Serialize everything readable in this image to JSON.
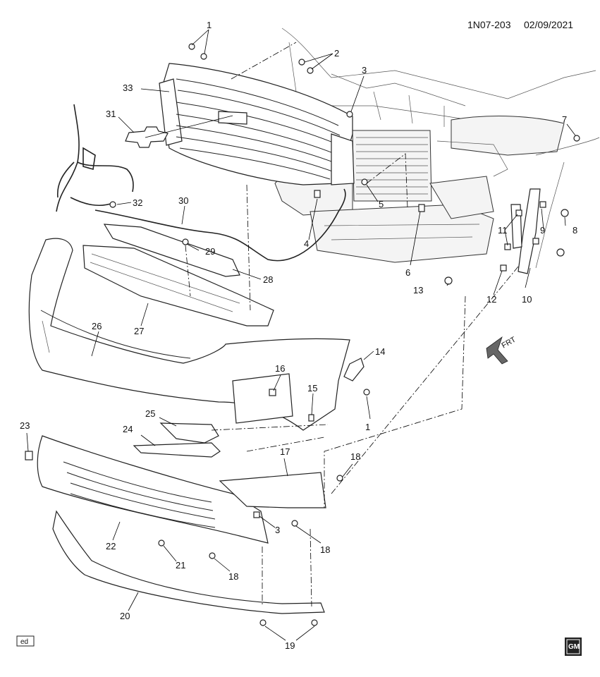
{
  "header": {
    "code": "1N07-203",
    "date": "02/09/2021"
  },
  "callouts": {
    "c1a": "1",
    "c1b": "1",
    "c2": "2",
    "c3a": "3",
    "c3b": "3",
    "c4": "4",
    "c5": "5",
    "c6": "6",
    "c7": "7",
    "c8": "8",
    "c9": "9",
    "c10": "10",
    "c11": "11",
    "c12": "12",
    "c13": "13",
    "c14": "14",
    "c15": "15",
    "c16": "16",
    "c17": "17",
    "c18a": "18",
    "c18b": "18",
    "c18c": "18",
    "c19": "19",
    "c20": "20",
    "c21": "21",
    "c22": "22",
    "c23": "23",
    "c24": "24",
    "c25": "25",
    "c26": "26",
    "c27": "27",
    "c28": "28",
    "c29": "29",
    "c30": "30",
    "c31": "31",
    "c32": "32",
    "c33": "33"
  },
  "direction_label": "FRT",
  "footer": {
    "ed_label": "ed",
    "logo_text": "GM"
  }
}
